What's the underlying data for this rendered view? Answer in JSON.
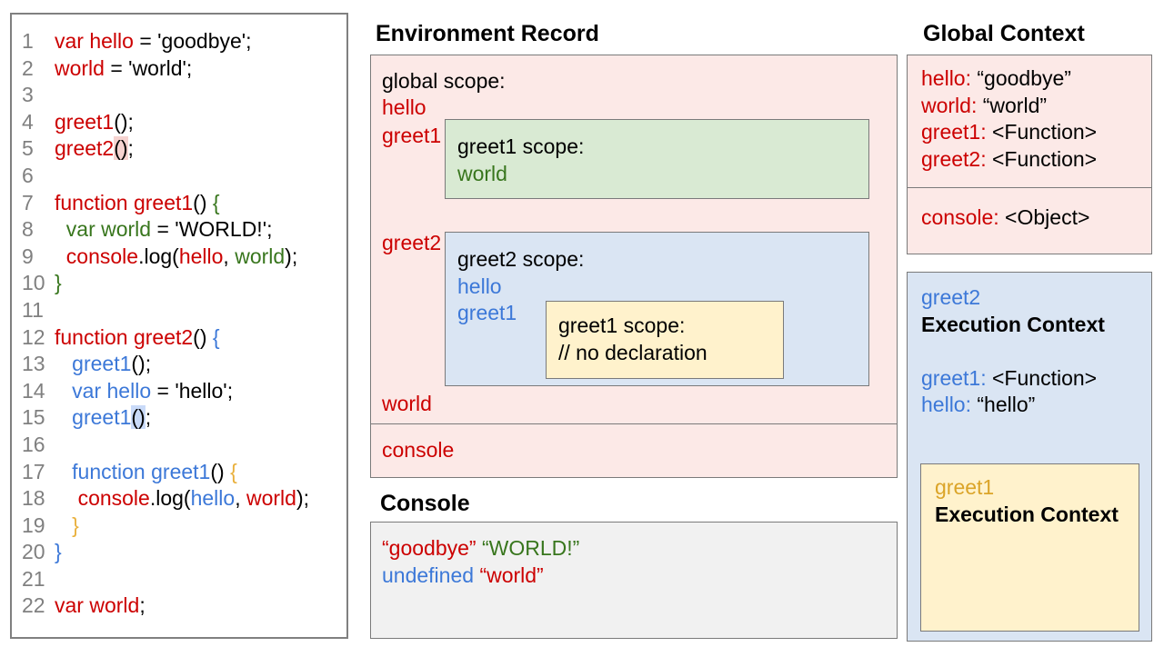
{
  "colors": {
    "red": "#cc0000",
    "green": "#38761d",
    "blue": "#3c78d8",
    "gold": "#e9b03c",
    "black": "#000000",
    "gray": "#808080",
    "pink_bg": "#fce9e7",
    "green_bg": "#d9ead3",
    "blue_bg": "#dae5f3",
    "yellow_bg": "#fff2cc",
    "console_bg": "#f1f1f1",
    "hl_pink": "#f6d3d0",
    "hl_blue": "#c9daf8",
    "border": "#7a7a7a"
  },
  "code_panel": {
    "lines": [
      {
        "n": "1",
        "tokens": [
          {
            "t": "var hello",
            "c": "red"
          },
          {
            "t": " = 'goodbye';",
            "c": "black"
          }
        ]
      },
      {
        "n": "2",
        "tokens": [
          {
            "t": "world",
            "c": "red"
          },
          {
            "t": " = 'world';",
            "c": "black"
          }
        ]
      },
      {
        "n": "3",
        "tokens": []
      },
      {
        "n": "4",
        "tokens": [
          {
            "t": "greet1",
            "c": "red"
          },
          {
            "t": "();",
            "c": "black"
          }
        ]
      },
      {
        "n": "5",
        "tokens": [
          {
            "t": "greet2",
            "c": "red"
          },
          {
            "t": "()",
            "c": "black",
            "hl": "hl_pink"
          },
          {
            "t": ";",
            "c": "black"
          }
        ]
      },
      {
        "n": "6",
        "tokens": []
      },
      {
        "n": "7",
        "tokens": [
          {
            "t": "function greet1",
            "c": "red"
          },
          {
            "t": "() ",
            "c": "black"
          },
          {
            "t": "{",
            "c": "green"
          }
        ]
      },
      {
        "n": "8",
        "tokens": [
          {
            "t": "  ",
            "c": "black"
          },
          {
            "t": "var world",
            "c": "green"
          },
          {
            "t": " = 'WORLD!';",
            "c": "black"
          }
        ]
      },
      {
        "n": "9",
        "tokens": [
          {
            "t": "  ",
            "c": "black"
          },
          {
            "t": "console",
            "c": "red"
          },
          {
            "t": ".log(",
            "c": "black"
          },
          {
            "t": "hello",
            "c": "red"
          },
          {
            "t": ", ",
            "c": "black"
          },
          {
            "t": "world",
            "c": "green"
          },
          {
            "t": ");",
            "c": "black"
          }
        ]
      },
      {
        "n": "10",
        "tokens": [
          {
            "t": "}",
            "c": "green"
          }
        ]
      },
      {
        "n": "11",
        "tokens": []
      },
      {
        "n": "12",
        "tokens": [
          {
            "t": "function greet2",
            "c": "red"
          },
          {
            "t": "() ",
            "c": "black"
          },
          {
            "t": "{",
            "c": "blue"
          }
        ]
      },
      {
        "n": "13",
        "tokens": [
          {
            "t": "   ",
            "c": "black"
          },
          {
            "t": "greet1",
            "c": "blue"
          },
          {
            "t": "();",
            "c": "black"
          }
        ]
      },
      {
        "n": "14",
        "tokens": [
          {
            "t": "   ",
            "c": "black"
          },
          {
            "t": "var hello",
            "c": "blue"
          },
          {
            "t": " = 'hello';",
            "c": "black"
          }
        ]
      },
      {
        "n": "15",
        "tokens": [
          {
            "t": "   ",
            "c": "black"
          },
          {
            "t": "greet1",
            "c": "blue"
          },
          {
            "t": "()",
            "c": "black",
            "hl": "hl_blue"
          },
          {
            "t": ";",
            "c": "black"
          }
        ]
      },
      {
        "n": "16",
        "tokens": []
      },
      {
        "n": "17",
        "tokens": [
          {
            "t": "   ",
            "c": "black"
          },
          {
            "t": "function greet1",
            "c": "blue"
          },
          {
            "t": "() ",
            "c": "black"
          },
          {
            "t": "{",
            "c": "gold"
          }
        ]
      },
      {
        "n": "18",
        "tokens": [
          {
            "t": "    ",
            "c": "black"
          },
          {
            "t": "console",
            "c": "red"
          },
          {
            "t": ".log(",
            "c": "black"
          },
          {
            "t": "hello",
            "c": "blue"
          },
          {
            "t": ", ",
            "c": "black"
          },
          {
            "t": "world",
            "c": "red"
          },
          {
            "t": ");",
            "c": "black"
          }
        ]
      },
      {
        "n": "19",
        "tokens": [
          {
            "t": "   ",
            "c": "black"
          },
          {
            "t": "}",
            "c": "gold"
          }
        ]
      },
      {
        "n": "20",
        "tokens": [
          {
            "t": "}",
            "c": "blue"
          }
        ]
      },
      {
        "n": "21",
        "tokens": []
      },
      {
        "n": "22",
        "tokens": [
          {
            "t": "var world",
            "c": "red"
          },
          {
            "t": ";",
            "c": "black"
          }
        ]
      }
    ]
  },
  "environment_record": {
    "title": "Environment Record",
    "global_scope_label": "global scope:",
    "var_hello": "hello",
    "var_greet1": "greet1",
    "var_greet2": "greet2",
    "var_world": "world",
    "console_label": "console",
    "greet1_scope": {
      "label": "greet1 scope:",
      "var_world": "world"
    },
    "greet2_scope": {
      "label": "greet2 scope:",
      "var_hello": "hello",
      "var_greet1": "greet1",
      "greet1_scope": {
        "label": "greet1 scope:",
        "comment": "// no declaration"
      }
    }
  },
  "console_panel": {
    "title": "Console",
    "lines": [
      [
        {
          "t": "“goodbye”",
          "c": "red"
        },
        {
          "t": " ",
          "c": "black"
        },
        {
          "t": "“WORLD!”",
          "c": "green"
        }
      ],
      [
        {
          "t": "undefined",
          "c": "blue"
        },
        {
          "t": " ",
          "c": "black"
        },
        {
          "t": "“world”",
          "c": "red"
        }
      ]
    ]
  },
  "global_context": {
    "title": "Global Context",
    "entries": [
      {
        "name": "hello:",
        "value": " “goodbye”"
      },
      {
        "name": "world:",
        "value": " “world”"
      },
      {
        "name": "greet1:",
        "value": " <Function>"
      },
      {
        "name": "greet2:",
        "value": " <Function>"
      }
    ],
    "console_entry": {
      "name": "console:",
      "value": " <Object>"
    }
  },
  "greet2_context": {
    "label": "greet2",
    "title": "Execution Context",
    "entries": [
      {
        "name": "greet1:",
        "value": " <Function>"
      },
      {
        "name": "hello:",
        "value": " “hello”"
      }
    ],
    "greet1_context": {
      "label": "greet1",
      "title": "Execution Context"
    }
  }
}
